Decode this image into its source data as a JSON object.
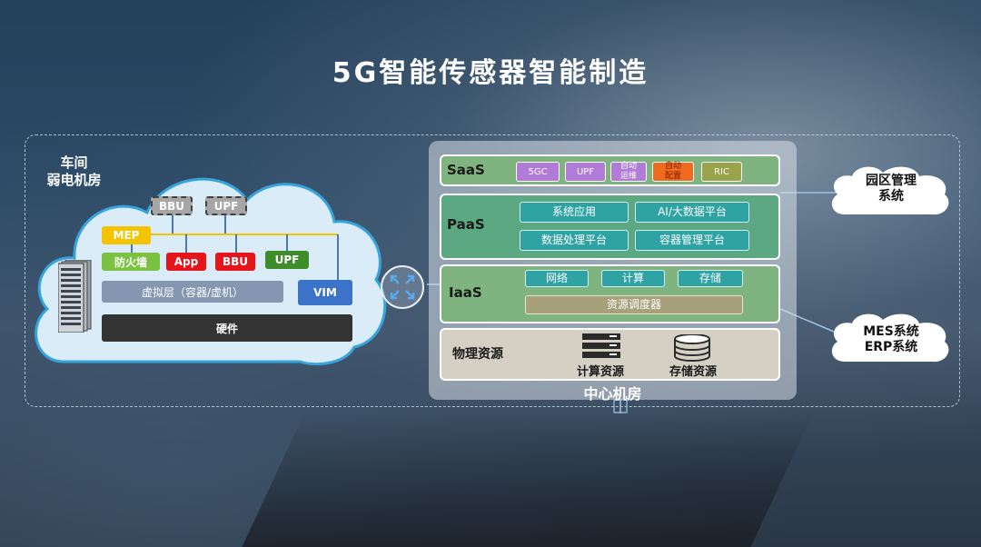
{
  "title": "5G智能传感器智能制造",
  "workshop": {
    "label_line1": "车间",
    "label_line2": "弱电机房",
    "bbu_top": "BBU",
    "upf_top": "UPF",
    "mep": "MEP",
    "firewall": "防火墙",
    "app": "App",
    "bbu": "BBU",
    "upf": "UPF",
    "virtual_layer": "虚拟层（容器/虚机）",
    "vim": "VIM",
    "hardware": "硬件"
  },
  "center": {
    "caption": "中心机房",
    "saas": {
      "name": "SaaS",
      "chips": [
        {
          "label": "5GC",
          "color": "#b07cd8"
        },
        {
          "label": "UPF",
          "color": "#b07cd8"
        },
        {
          "label": "自动\n运维",
          "color": "#b07cd8"
        },
        {
          "label": "自动\n配置",
          "color": "#f06a1e"
        },
        {
          "label": "RIC",
          "color": "#9aa34a"
        }
      ]
    },
    "paas": {
      "name": "PaaS",
      "items": [
        "系统应用",
        "AI/大数据平台",
        "数据处理平台",
        "容器管理平台"
      ]
    },
    "iaas": {
      "name": "IaaS",
      "items": [
        "网络",
        "计算",
        "存储"
      ],
      "scheduler": "资源调度器"
    },
    "physical": {
      "name": "物理资源",
      "compute": "计算资源",
      "storage": "存储资源"
    }
  },
  "external": {
    "park_line1": "园区管理",
    "park_line2": "系统",
    "mes_line1": "MES系统",
    "mes_line2": "ERP系统"
  }
}
